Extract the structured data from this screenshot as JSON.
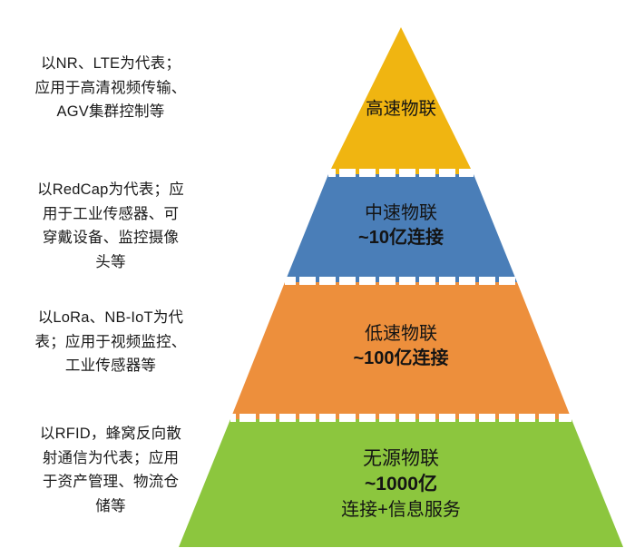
{
  "chart_data": {
    "type": "pyramid",
    "title": "",
    "orientation": "vertical",
    "tiers": [
      {
        "id": "high-speed",
        "name": "高速物联",
        "value_label": "",
        "color": "#F0B511",
        "note": "以NR、LTE为代表；\n应用于高清视频传输、\nAGV集群控制等"
      },
      {
        "id": "mid-speed",
        "name": "中速物联",
        "value_label": "~10亿连接",
        "value": 1000000000,
        "color": "#4A7EB8",
        "note": "以RedCap为代表；应\n用于工业传感器、可\n穿戴设备、监控摄像\n头等"
      },
      {
        "id": "low-speed",
        "name": "低速物联",
        "value_label": "~100亿连接",
        "value": 10000000000,
        "color": "#ED8F3C",
        "note": "以LoRa、NB-IoT为代\n表；应用于视频监控、\n工业传感器等"
      },
      {
        "id": "passive",
        "name": "无源物联",
        "value_label": "~1000亿",
        "value_label2": "连接+信息服务",
        "value": 100000000000,
        "color": "#8CC63E",
        "note": "以RFID，蜂窝反向散\n射通信为代表；应用\n于资产管理、物流仓\n储等"
      }
    ],
    "separator_color": "#FFFFFF",
    "separator_style": "dashed",
    "background": "#FFFFFF"
  },
  "pyramid": {
    "tier_top": {
      "name": "高速物联"
    },
    "tier_mid": {
      "name": "中速物联",
      "value": "~10亿连接"
    },
    "tier_low": {
      "name": "低速物联",
      "value": "~100亿连接"
    },
    "tier_base": {
      "name": "无源物联",
      "value": "~1000亿",
      "value2": "连接+信息服务"
    }
  },
  "notes": {
    "n0": "以NR、LTE为代表；\n应用于高清视频传输、\nAGV集群控制等",
    "n1": "以RedCap为代表；应\n用于工业传感器、可\n穿戴设备、监控摄像\n头等",
    "n2": "以LoRa、NB-IoT为代\n表；应用于视频监控、\n工业传感器等",
    "n3": "以RFID，蜂窝反向散\n射通信为代表；应用\n于资产管理、物流仓\n储等"
  }
}
